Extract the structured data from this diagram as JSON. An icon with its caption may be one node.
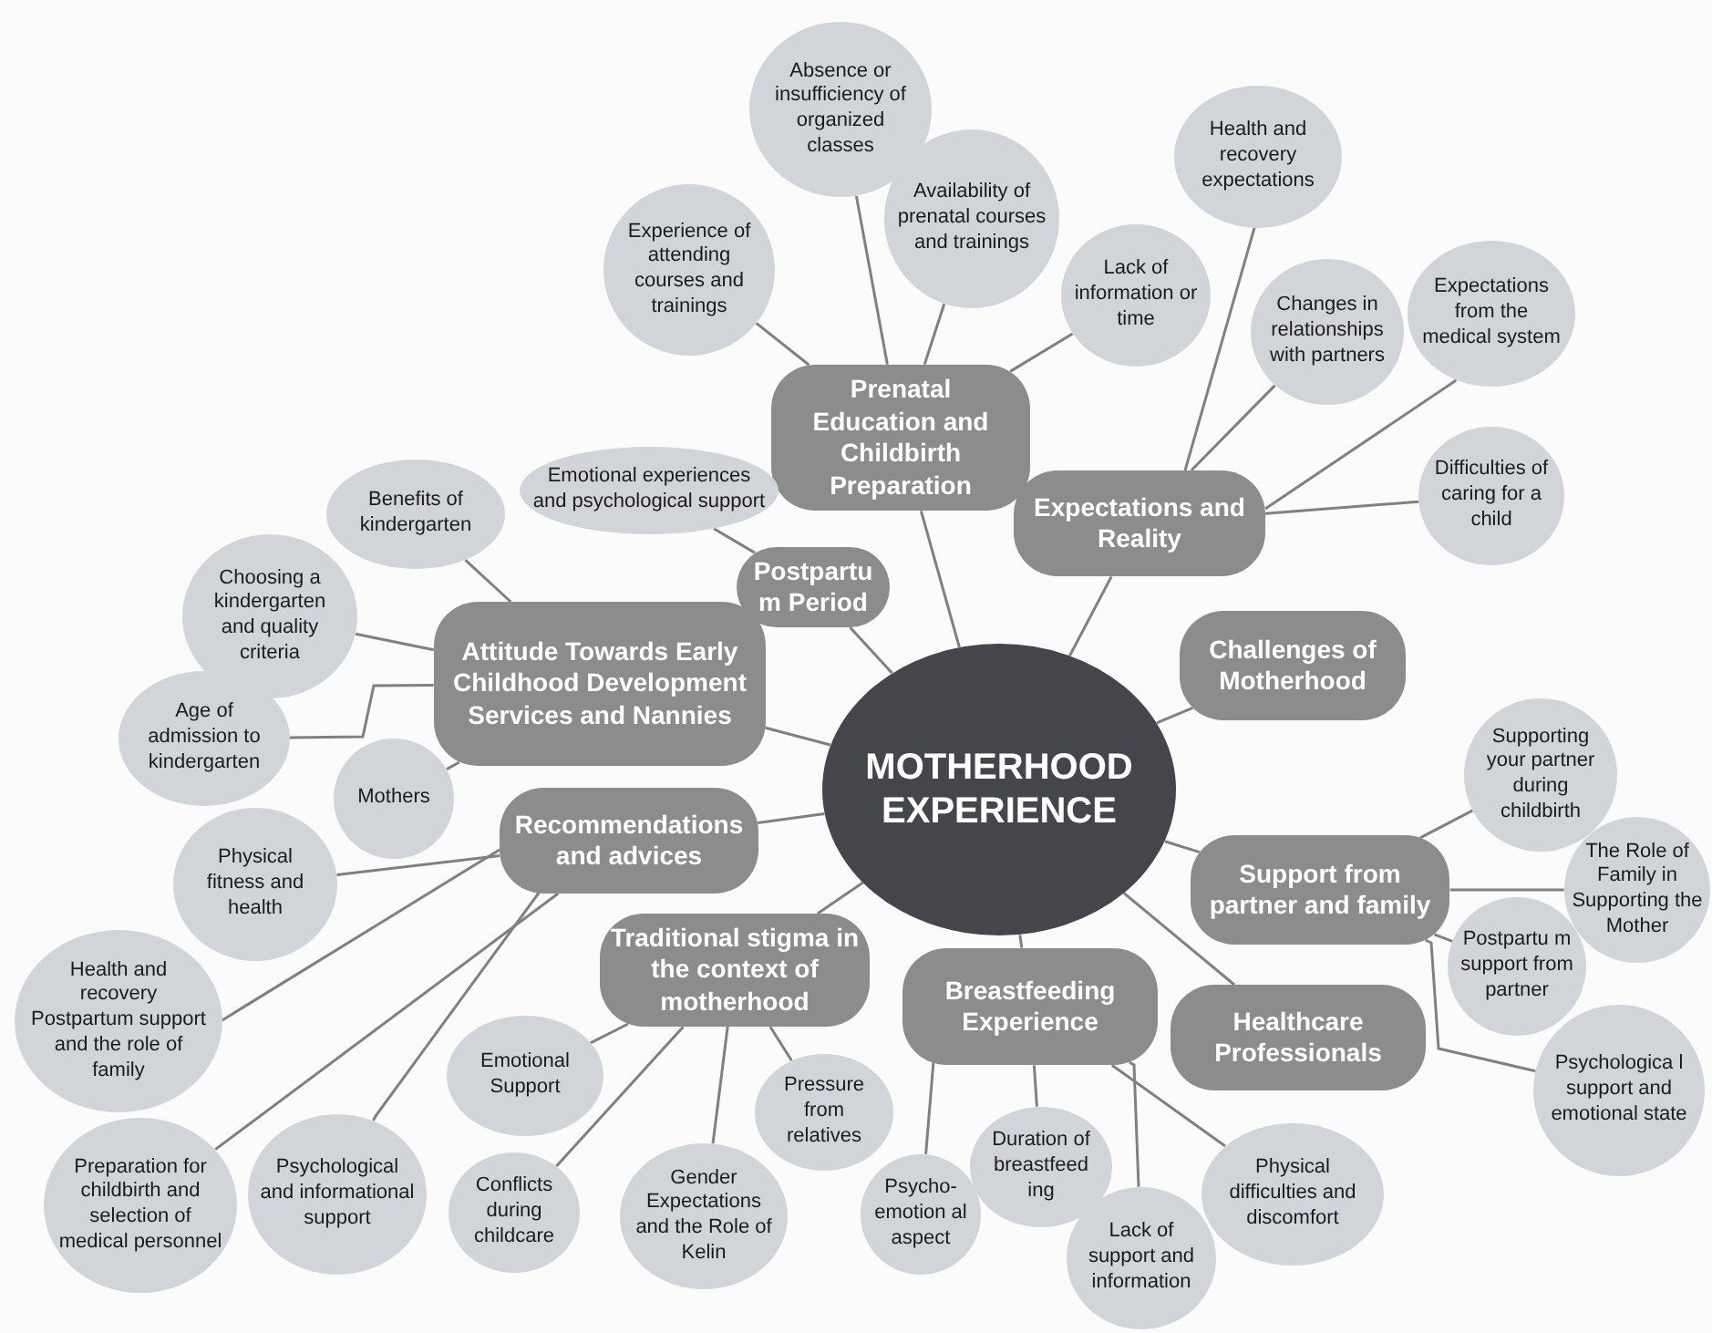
{
  "diagram": {
    "nodes": [
      {
        "text": [
          "MOTHERHOOD EXPERIENCE"
        ]
      },
      {
        "text": [
          "Prenatal Education and Childbirth Preparation"
        ]
      },
      {
        "text": [
          "Expectations and Reality"
        ]
      },
      {
        "text": [
          "Postpartu m Period"
        ]
      },
      {
        "text": [
          "Attitude Towards Early Childhood Development Services and Nannies"
        ]
      },
      {
        "text": [
          "Challenges of Motherhood"
        ]
      },
      {
        "text": [
          "Recommendations and advices"
        ]
      },
      {
        "text": [
          "Support from partner and family"
        ]
      },
      {
        "text": [
          "Traditional stigma in the context of motherhood"
        ]
      },
      {
        "text": [
          "Breastfeeding Experience"
        ]
      },
      {
        "text": [
          "Healthcare Professionals"
        ]
      },
      {
        "text": [
          "Absence or insufficiency of organized classes"
        ]
      },
      {
        "text": [
          "Availability of prenatal courses and trainings"
        ]
      },
      {
        "text": [
          "Experience of attending courses and trainings"
        ]
      },
      {
        "text": [
          "Lack of information or time"
        ]
      },
      {
        "text": [
          "Health and recovery expectations"
        ]
      },
      {
        "text": [
          "Changes in relationships with partners"
        ]
      },
      {
        "text": [
          "Expectations from the medical system"
        ]
      },
      {
        "text": [
          "Difficulties of caring for a child"
        ]
      },
      {
        "text": [
          "Emotional experiences and psychological support"
        ]
      },
      {
        "text": [
          "Benefits of kindergarten"
        ]
      },
      {
        "text": [
          "Choosing a kindergarten and quality criteria"
        ]
      },
      {
        "text": [
          "Age of admission to kindergarten"
        ]
      },
      {
        "text": [
          "Mothers"
        ]
      },
      {
        "text": [
          "Physical fitness and health"
        ]
      },
      {
        "text": [
          "Health and recovery Postpartum support and the role of family"
        ]
      },
      {
        "text": [
          "Preparation for childbirth and selection of medical personnel"
        ]
      },
      {
        "text": [
          "Psychological and informational support"
        ]
      },
      {
        "text": [
          "Emotional Support"
        ]
      },
      {
        "text": [
          "Conflicts during childcare"
        ]
      },
      {
        "text": [
          "Gender Expectations and the Role of Kelin"
        ]
      },
      {
        "text": [
          "Pressure from relatives"
        ]
      },
      {
        "text": [
          "Psycho- emotion al aspect"
        ]
      },
      {
        "text": [
          "Duration of breastfeed ing"
        ]
      },
      {
        "text": [
          "Lack of support and information"
        ]
      },
      {
        "text": [
          "Physical difficulties and discomfort"
        ]
      },
      {
        "text": [
          "Supporting your partner during childbirth"
        ]
      },
      {
        "text": [
          "The Role of Family in Supporting the Mother"
        ]
      },
      {
        "text": [
          "Postpartu m support from partner"
        ]
      },
      {
        "text": [
          "Psychologica l support and emotional state"
        ]
      }
    ],
    "edges": [
      {
        "from": 0,
        "to": 1,
        "arrow": "none"
      },
      {
        "from": 0,
        "to": 2,
        "arrow": "none"
      },
      {
        "from": 0,
        "to": 3,
        "arrow": "none"
      },
      {
        "from": 0,
        "to": 4,
        "arrow": "none"
      },
      {
        "from": 0,
        "to": 5,
        "arrow": "none"
      },
      {
        "from": 0,
        "to": 6,
        "arrow": "none"
      },
      {
        "from": 0,
        "to": 7,
        "arrow": "none"
      },
      {
        "from": 0,
        "to": 8,
        "arrow": "none"
      },
      {
        "from": 0,
        "to": 9,
        "arrow": "none"
      },
      {
        "from": 0,
        "to": 10,
        "arrow": "none"
      },
      {
        "from": 1,
        "to": 11,
        "arrow": "none"
      },
      {
        "from": 1,
        "to": 12,
        "arrow": "none"
      },
      {
        "from": 1,
        "to": 13,
        "arrow": "none"
      },
      {
        "from": 1,
        "to": 14,
        "arrow": "none"
      },
      {
        "from": 2,
        "to": 15,
        "arrow": "none"
      },
      {
        "from": 2,
        "to": 16,
        "arrow": "none"
      },
      {
        "from": 2,
        "to": 17,
        "arrow": "none"
      },
      {
        "from": 2,
        "to": 18,
        "arrow": "none"
      },
      {
        "from": 3,
        "to": 19,
        "arrow": "none"
      },
      {
        "from": 4,
        "to": 20,
        "arrow": "none"
      },
      {
        "from": 4,
        "to": 21,
        "arrow": "none"
      },
      {
        "from": 4,
        "to": 22,
        "arrow": "none"
      },
      {
        "from": 4,
        "to": 23,
        "arrow": "none"
      },
      {
        "from": 6,
        "to": 24,
        "arrow": "none"
      },
      {
        "from": 6,
        "to": 25,
        "arrow": "none"
      },
      {
        "from": 6,
        "to": 26,
        "arrow": "none"
      },
      {
        "from": 6,
        "to": 27,
        "arrow": "none"
      },
      {
        "from": 8,
        "to": 28,
        "arrow": "none"
      },
      {
        "from": 8,
        "to": 29,
        "arrow": "none"
      },
      {
        "from": 8,
        "to": 30,
        "arrow": "none"
      },
      {
        "from": 8,
        "to": 31,
        "arrow": "none"
      },
      {
        "from": 9,
        "to": 32,
        "arrow": "none"
      },
      {
        "from": 9,
        "to": 33,
        "arrow": "none"
      },
      {
        "from": 9,
        "to": 34,
        "arrow": "none"
      },
      {
        "from": 9,
        "to": 35,
        "arrow": "none"
      },
      {
        "from": 7,
        "to": 36,
        "arrow": "none"
      },
      {
        "from": 7,
        "to": 37,
        "arrow": "none"
      },
      {
        "from": 7,
        "to": 38,
        "arrow": "none"
      },
      {
        "from": 7,
        "to": 39,
        "arrow": "none"
      }
    ]
  }
}
